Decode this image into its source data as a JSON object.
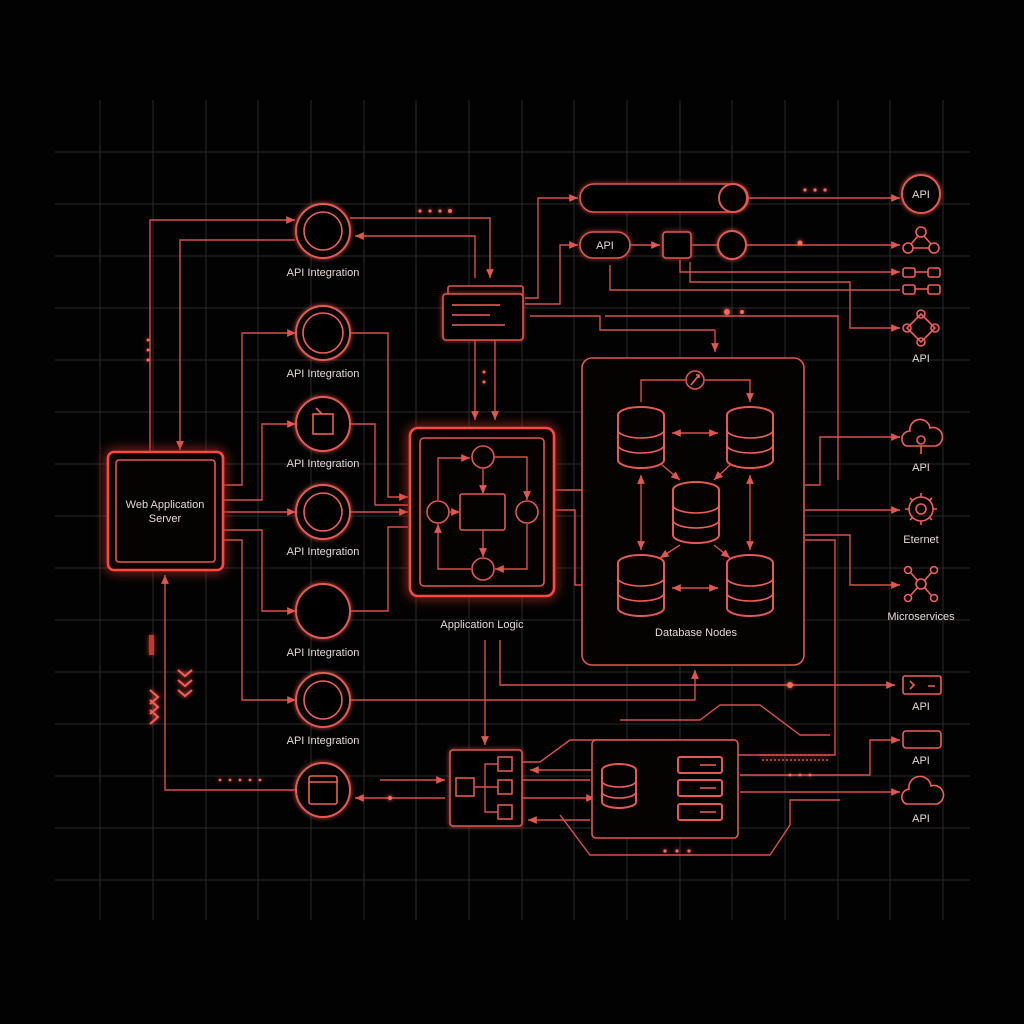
{
  "diagram": {
    "colors": {
      "accent": "#e0574f",
      "glow": "#ff3b30",
      "grid": "#2a2a2a",
      "background": "#020202"
    },
    "server": {
      "label_line1": "Web Application",
      "label_line2": "Server"
    },
    "app_logic": {
      "label": "Application Logic"
    },
    "db_cluster": {
      "label": "Database Nodes"
    },
    "integrations": [
      {
        "label": "API Integration",
        "icon": "ring-icon"
      },
      {
        "label": "API Integration",
        "icon": "ring-icon"
      },
      {
        "label": "API Integration",
        "icon": "cursor-window-icon"
      },
      {
        "label": "API Integration",
        "icon": "ring-icon"
      },
      {
        "label": "API Integration",
        "icon": "circle-icon"
      },
      {
        "label": "API Integration",
        "icon": "ring-icon"
      }
    ],
    "pill_api": {
      "label": "API"
    },
    "outputs": [
      {
        "label": "API",
        "icon": "api-circle-icon"
      },
      {
        "label": "",
        "icon": "network-nodes-icon"
      },
      {
        "label": "",
        "icon": "toggle-blocks-icon"
      },
      {
        "label": "API",
        "icon": "diamond-network-icon"
      },
      {
        "label": "API",
        "icon": "cloud-gear-icon"
      },
      {
        "label": "Eternet",
        "icon": "gear-icon"
      },
      {
        "label": "Microservices",
        "icon": "hub-icon"
      },
      {
        "label": "API",
        "icon": "terminal-box-icon"
      },
      {
        "label": "API",
        "icon": "rounded-box-icon"
      },
      {
        "label": "API",
        "icon": "cloud-icon"
      }
    ]
  }
}
